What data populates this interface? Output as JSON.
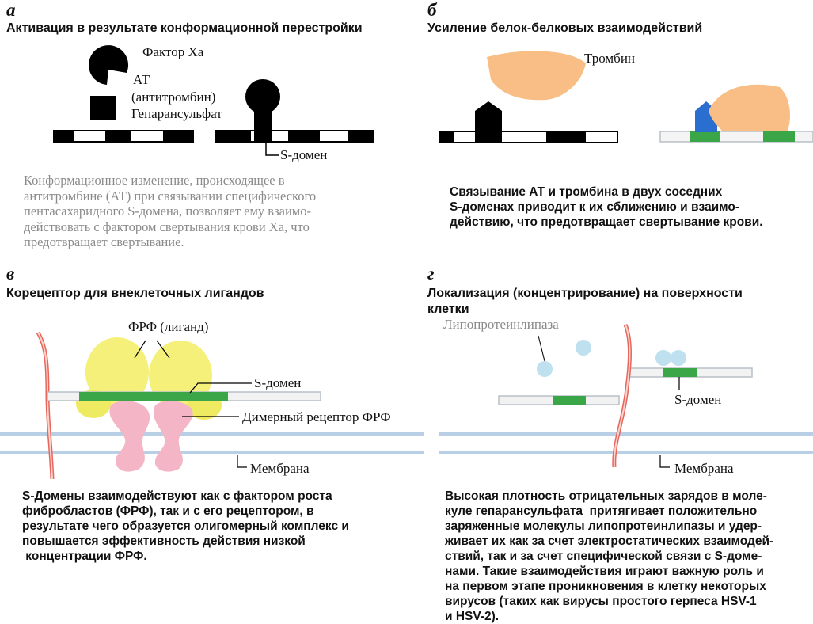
{
  "panel_a": {
    "letter": "а",
    "heading": "Активация в результате конформационной перестройки",
    "label_factor": "Фактор Ха",
    "label_at": "АТ",
    "label_antithrombin": "(антитромбин)",
    "label_heparan": "Гепарансульфат",
    "label_sdomain": "S-домен",
    "caption": [
      "Конформационное изменение, происходящее в",
      "антитромбине (АТ) при связывании специфического",
      "пентасахаридного S-домена, позволяет ему взаимо-",
      "действовать с фактором свертывания крови Ха, что",
      "предотвращает свертывание."
    ]
  },
  "panel_b": {
    "letter": "б",
    "heading": "Усиление белок-белковых взаимодействий",
    "label_thrombin": "Тромбин",
    "caption": [
      "Связывание АТ и тромбина в двух соседних",
      "S-доменах приводит к их сближению и взаимо-",
      "действию, что предотвращает свертывание крови."
    ]
  },
  "panel_c": {
    "letter": "в",
    "heading": "Корецептор для внеклеточных лигандов",
    "label_ligand": "ФРФ (лиганд)",
    "label_sdomain": "S-домен",
    "label_receptor": "Димерный рецептор ФРФ",
    "label_membrane": "Мембрана",
    "caption": [
      "S-Домены взаимодействуют как с фактором роста",
      "фибробластов (ФРФ), так и с его рецептором, в",
      "результате чего образуется олигомерный комплекс и",
      "повышается эффективность действия низкой",
      " концентрации ФРФ."
    ]
  },
  "panel_d": {
    "letter": "г",
    "heading_line1": "Локализация (концентрирование) на поверхности",
    "heading_line2": "клетки",
    "label_lipase": "Липопротеинлипаза",
    "label_sdomain": "S-домен",
    "label_membrane": "Мембрана",
    "caption": [
      "Высокая плотность отрицательных зарядов в моле-",
      "куле гепарансульфата  притягивает положительно",
      "заряженные молекулы липопротеинлипазы и удер-",
      "живает их как за счет электростатических взаимодей-",
      "ствий, так и за счет специфической связи с S-доме-",
      "нами. Такие взаимодействия играют важную роль и",
      "на первом этапе проникновения в клетку некоторых",
      "вирусов (таких как вирусы простого герпеса HSV-1",
      "и HSV-2)."
    ]
  },
  "colors": {
    "thrombin": "#f8be86",
    "ligand": "#f5f07a",
    "receptor": "#f4b6c6",
    "sdomain_green": "#3aa648",
    "membrane_blue": "#b9cfe6",
    "proteoglycan_red": "#e8675c",
    "lipase_blue": "#bfe0ef",
    "at_blue": "#2a6fd0"
  }
}
